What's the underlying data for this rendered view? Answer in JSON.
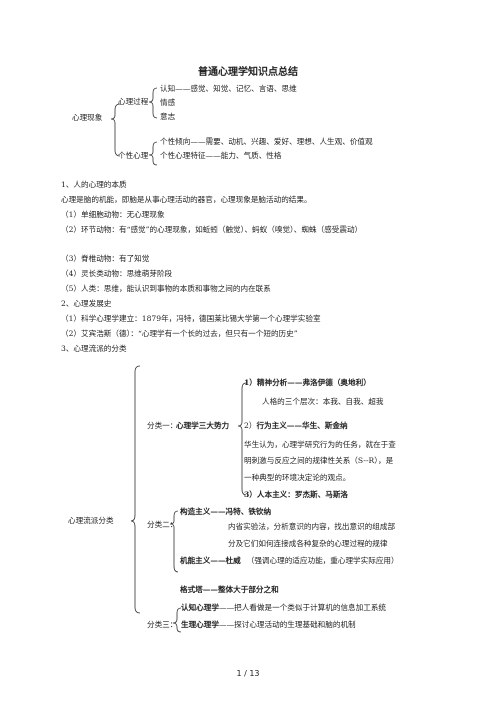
{
  "title": "普通心理学知识点总结",
  "section1": {
    "root": "心理现象",
    "group1_label": "心理过程",
    "group1_items": [
      "认知——感觉、知觉、记忆、言语、思维",
      "情感",
      "意志"
    ],
    "group2_label": "个性心理",
    "group2_items": [
      "个性倾向——需要、动机、兴趣、爱好、理想、人生观、价值观",
      "个性心理特征——能力、气质、性格"
    ]
  },
  "body_lines": [
    "1、人的心理的本质",
    "心理是脑的机能，即脑是从事心理活动的器官，心理现象是脑活动的结果。",
    "（1）单细胞动物：无心理现象",
    "（2）环节动物：有“感觉”的心理现象，如蚯蚓（触觉）、蚂蚁（嗅觉）、蜘蛛（感受震动）",
    "（3）脊椎动物：有了知觉",
    "（4）灵长类动物：思维萌芽阶段",
    "（5）人类：思维，能认识到事物的本质和事物之间的内在联系",
    "2、心理发展史",
    "（1）科学心理学建立：1879年，冯特，德国莱比锡大学第一个心理学实验室",
    "（2）艾宾浩斯（德）：“心理学有一个长的过去，但只有一个短的历史”",
    "3、心理流派的分类"
  ],
  "schools": {
    "root": "心理流派分类",
    "class1_label": "分类一：",
    "class1_name": "心理学三大势力",
    "c1_line1": "1）精神分析——弗洛伊德（奥地利）",
    "c1_line2": "人格的三个层次：本我、自我、超我",
    "c1_line3_prefix": "2）",
    "c1_line3_bold": "行为主义——华生、斯金纳",
    "c1_line4": "华生认为，心理学研究行为的任务，就在于查",
    "c1_line5": "明刺激与反应之间的规律性关系（S--R），是",
    "c1_line6": "一种典型的环境决定论的观点。",
    "c1_line7": "3）人本主义：罗杰斯、马斯洛",
    "class2_label": "分类二：",
    "c2_line1": "构造主义——冯特、铁钦纳",
    "c2_line2": "内省实验法，分析意识的内容，找出意识的组成部",
    "c2_line3": "分及它们如何连接成各种复杂的心理过程的规律",
    "c2_line4_bold": "机能主义——杜威",
    "c2_line4_rest": "（强调心理的适应功能，重心理学实际应用）",
    "c2_line5": "格式塔——整体大于部分之和",
    "class3_label": "分类三：",
    "c3_line1_bold": "认知心理学",
    "c3_line1_rest": "——把人看做是一个类似于计算机的信息加工系统",
    "c3_line2_bold": "生理心理学",
    "c3_line2_rest": "——探讨心理活动的生理基础和脑的机制"
  },
  "footer": "1 / 13"
}
